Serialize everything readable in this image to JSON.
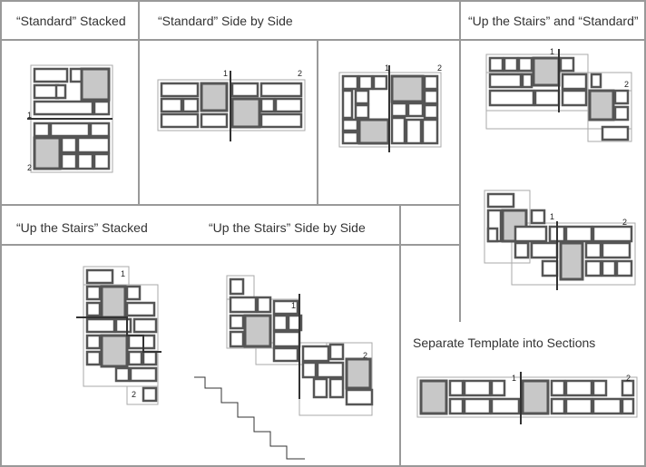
{
  "labels": {
    "standard_stacked": "“Standard” Stacked",
    "standard_side_by_side": "“Standard” Side by Side",
    "stairs_and_standard": "“Up the Stairs” and “Standard”",
    "stairs_stacked": "“Up the Stairs”  Stacked",
    "stairs_side_by_side": "“Up the Stairs”  Side by Side",
    "separate_template": "Separate Template into Sections"
  },
  "section_numbers": {
    "one": "1",
    "two": "2"
  },
  "colors": {
    "panel_border": "#999999",
    "frame": "#555555",
    "photo": "#c8c8c8",
    "divider": "#333333"
  }
}
